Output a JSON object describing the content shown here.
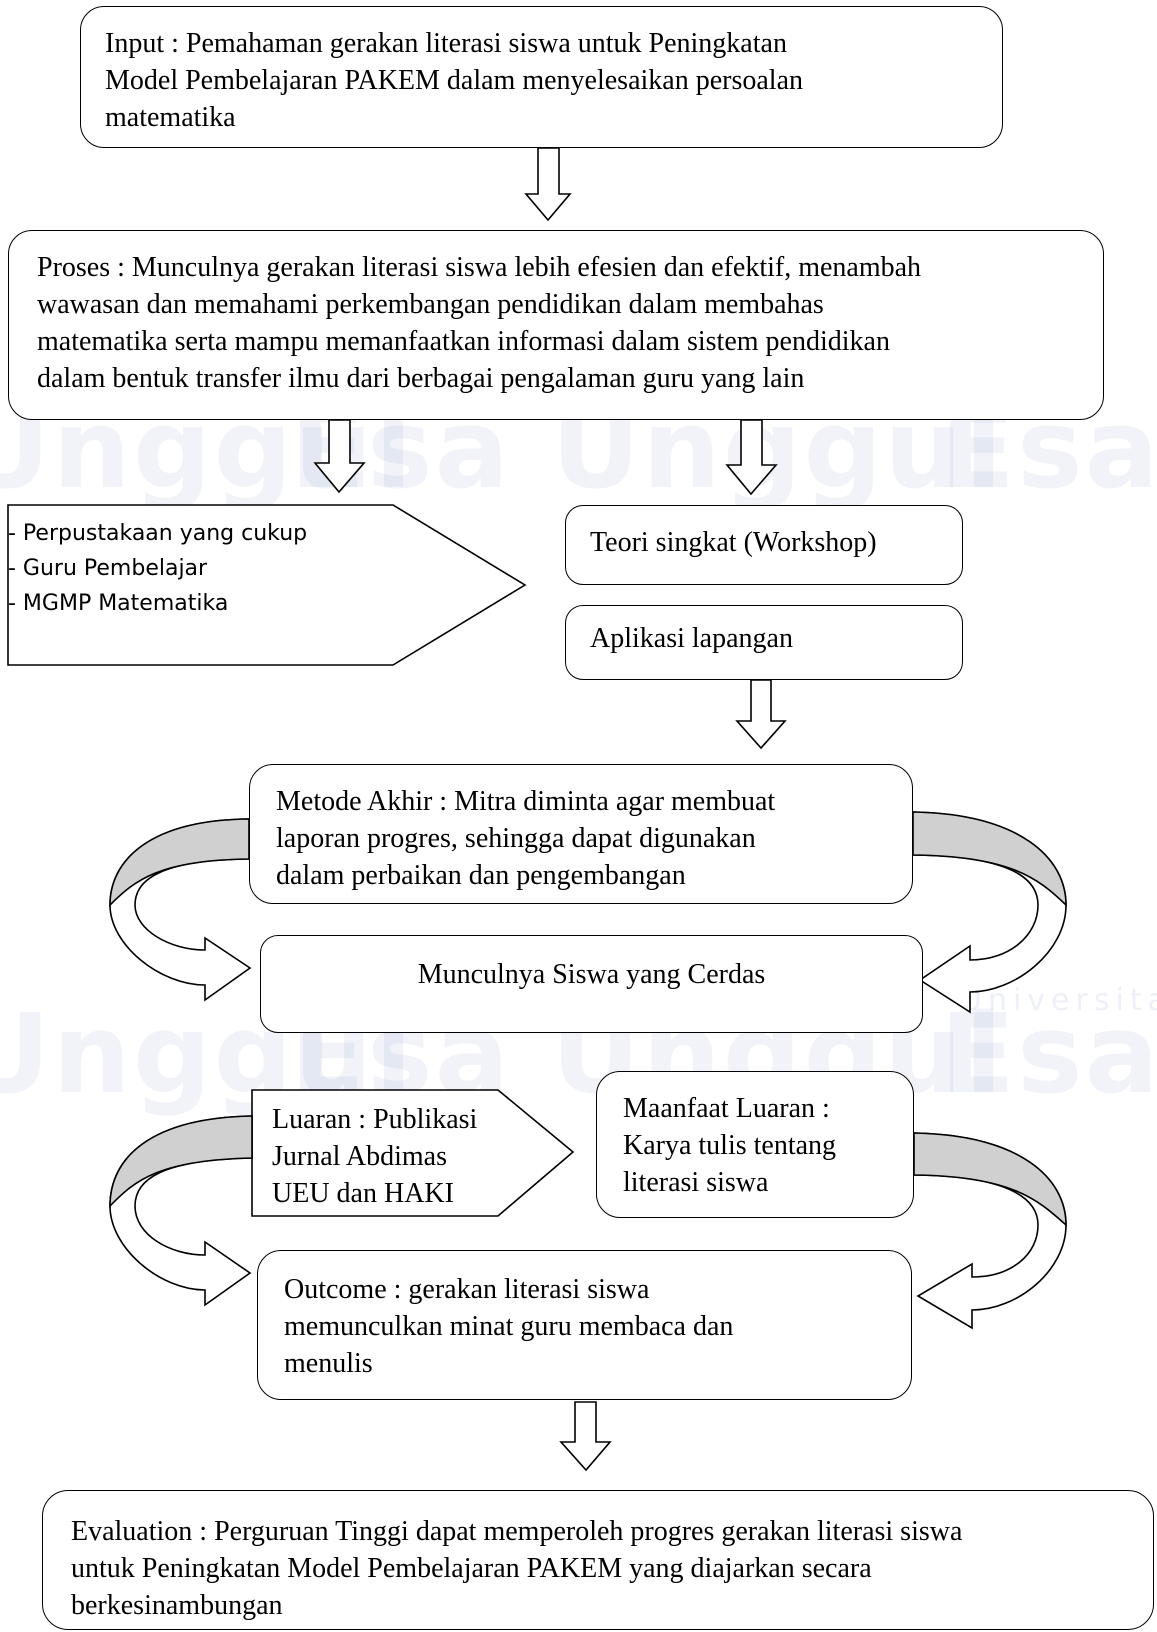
{
  "watermark": {
    "text": "Esa Unggul",
    "subtext": "Universitas"
  },
  "diagram": {
    "input": "Input : Pemahaman gerakan literasi siswa untuk Peningkatan\nModel Pembelajaran PAKEM dalam menyelesaikan persoalan\nmatematika",
    "proses": "Proses : Munculnya gerakan literasi siswa lebih efesien dan efektif, menambah\nwawasan dan memahami perkembangan pendidikan dalam membahas\nmatematika serta mampu memanfaatkan informasi dalam sistem pendidikan\ndalam bentuk transfer ilmu dari berbagai pengalaman guru yang lain",
    "resources": [
      "- Perpustakaan yang cukup",
      "- Guru Pembelajar",
      "- MGMP Matematika"
    ],
    "teori": "Teori singkat (Workshop)",
    "aplikasi": "Aplikasi lapangan",
    "metode_akhir": "Metode Akhir : Mitra diminta agar membuat\nlaporan progres, sehingga dapat digunakan\ndalam perbaikan dan pengembangan",
    "siswa_cerdas": "Munculnya Siswa yang Cerdas",
    "luaran": "Luaran : Publikasi\nJurnal Abdimas\nUEU dan HAKI",
    "manfaat": "Maanfaat Luaran :\nKarya tulis tentang\nliterasi siswa",
    "outcome": "Outcome : gerakan literasi siswa\nmemunculkan minat guru membaca dan\nmenulis",
    "evaluation": "Evaluation : Perguruan Tinggi dapat memperoleh progres gerakan literasi siswa\nuntuk Peningkatan Model Pembelajaran PAKEM yang diajarkan secara\nberkesinambungan"
  }
}
